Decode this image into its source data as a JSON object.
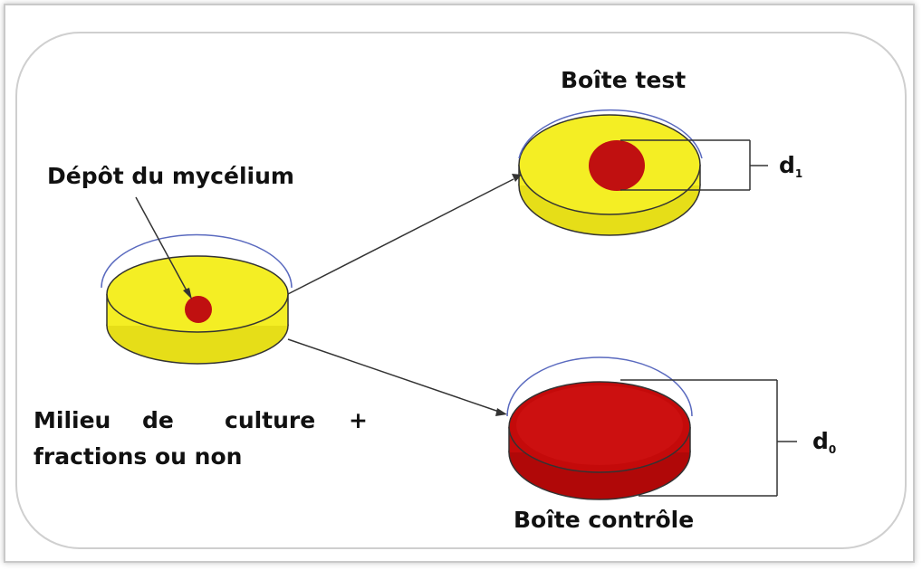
{
  "labels": {
    "depot": "Dépôt du mycélium",
    "milieu_word1": "Milieu",
    "milieu_word2": "de",
    "milieu_word3": "culture",
    "milieu_word4": "+",
    "fractions": "fractions ou non",
    "boite_test": "Boîte test",
    "boite_controle": "Boîte contrôle",
    "d1_main": "d",
    "d1_sub": "1",
    "d0_main": "d",
    "d0_sub": "0"
  },
  "colors": {
    "medium_yellow": "#f4ee24",
    "medium_yellow_rim": "#e2da14",
    "mycelium_red": "#c01010",
    "control_red": "#c40a0a",
    "dish_outline": "#5a6abf",
    "line": "#333333",
    "frame": "#c9c9c9"
  }
}
